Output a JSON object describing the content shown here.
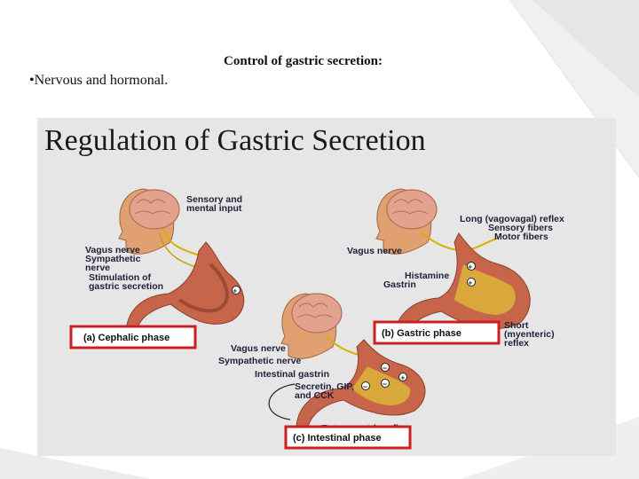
{
  "slide": {
    "title": "Control of gastric secretion:",
    "bullet": "•Nervous and hormonal."
  },
  "figure": {
    "title": "Regulation of Gastric Secretion",
    "panel_a": {
      "input_label_1": "Sensory and",
      "input_label_2": "mental input",
      "nerve_1": "Vagus nerve",
      "nerve_2": "Sympathetic",
      "nerve_3": "nerve",
      "stim_1": "Stimulation of",
      "stim_2": "gastric secretion",
      "phase": "(a) Cephalic phase"
    },
    "panel_b": {
      "reflex_long": "Long (vagovagal) reflex",
      "sensory": "Sensory fibers",
      "motor": "Motor fibers",
      "vagus": "Vagus nerve",
      "histamine": "Histamine",
      "gastrin": "Gastrin",
      "phase": "(b) Gastric phase",
      "short_1": "Short",
      "short_2": "(myenteric)",
      "short_3": "reflex"
    },
    "panel_c": {
      "vagus": "Vagus nerve",
      "sympathetic": "Sympathetic nerve",
      "intestinal_gastrin": "Intestinal gastrin",
      "hormones_1": "Secretin, GIP,",
      "hormones_2": "and CCK",
      "reflex": "Enterogastric reflex",
      "phase": "(c) Intestinal phase"
    },
    "colors": {
      "stomach_outer": "#c7654a",
      "stomach_inner": "#d9a83a",
      "skin": "#e0a070",
      "brain": "#e2a38e",
      "nerve": "#d8b000",
      "phase_border": "#cc1f1f"
    }
  }
}
